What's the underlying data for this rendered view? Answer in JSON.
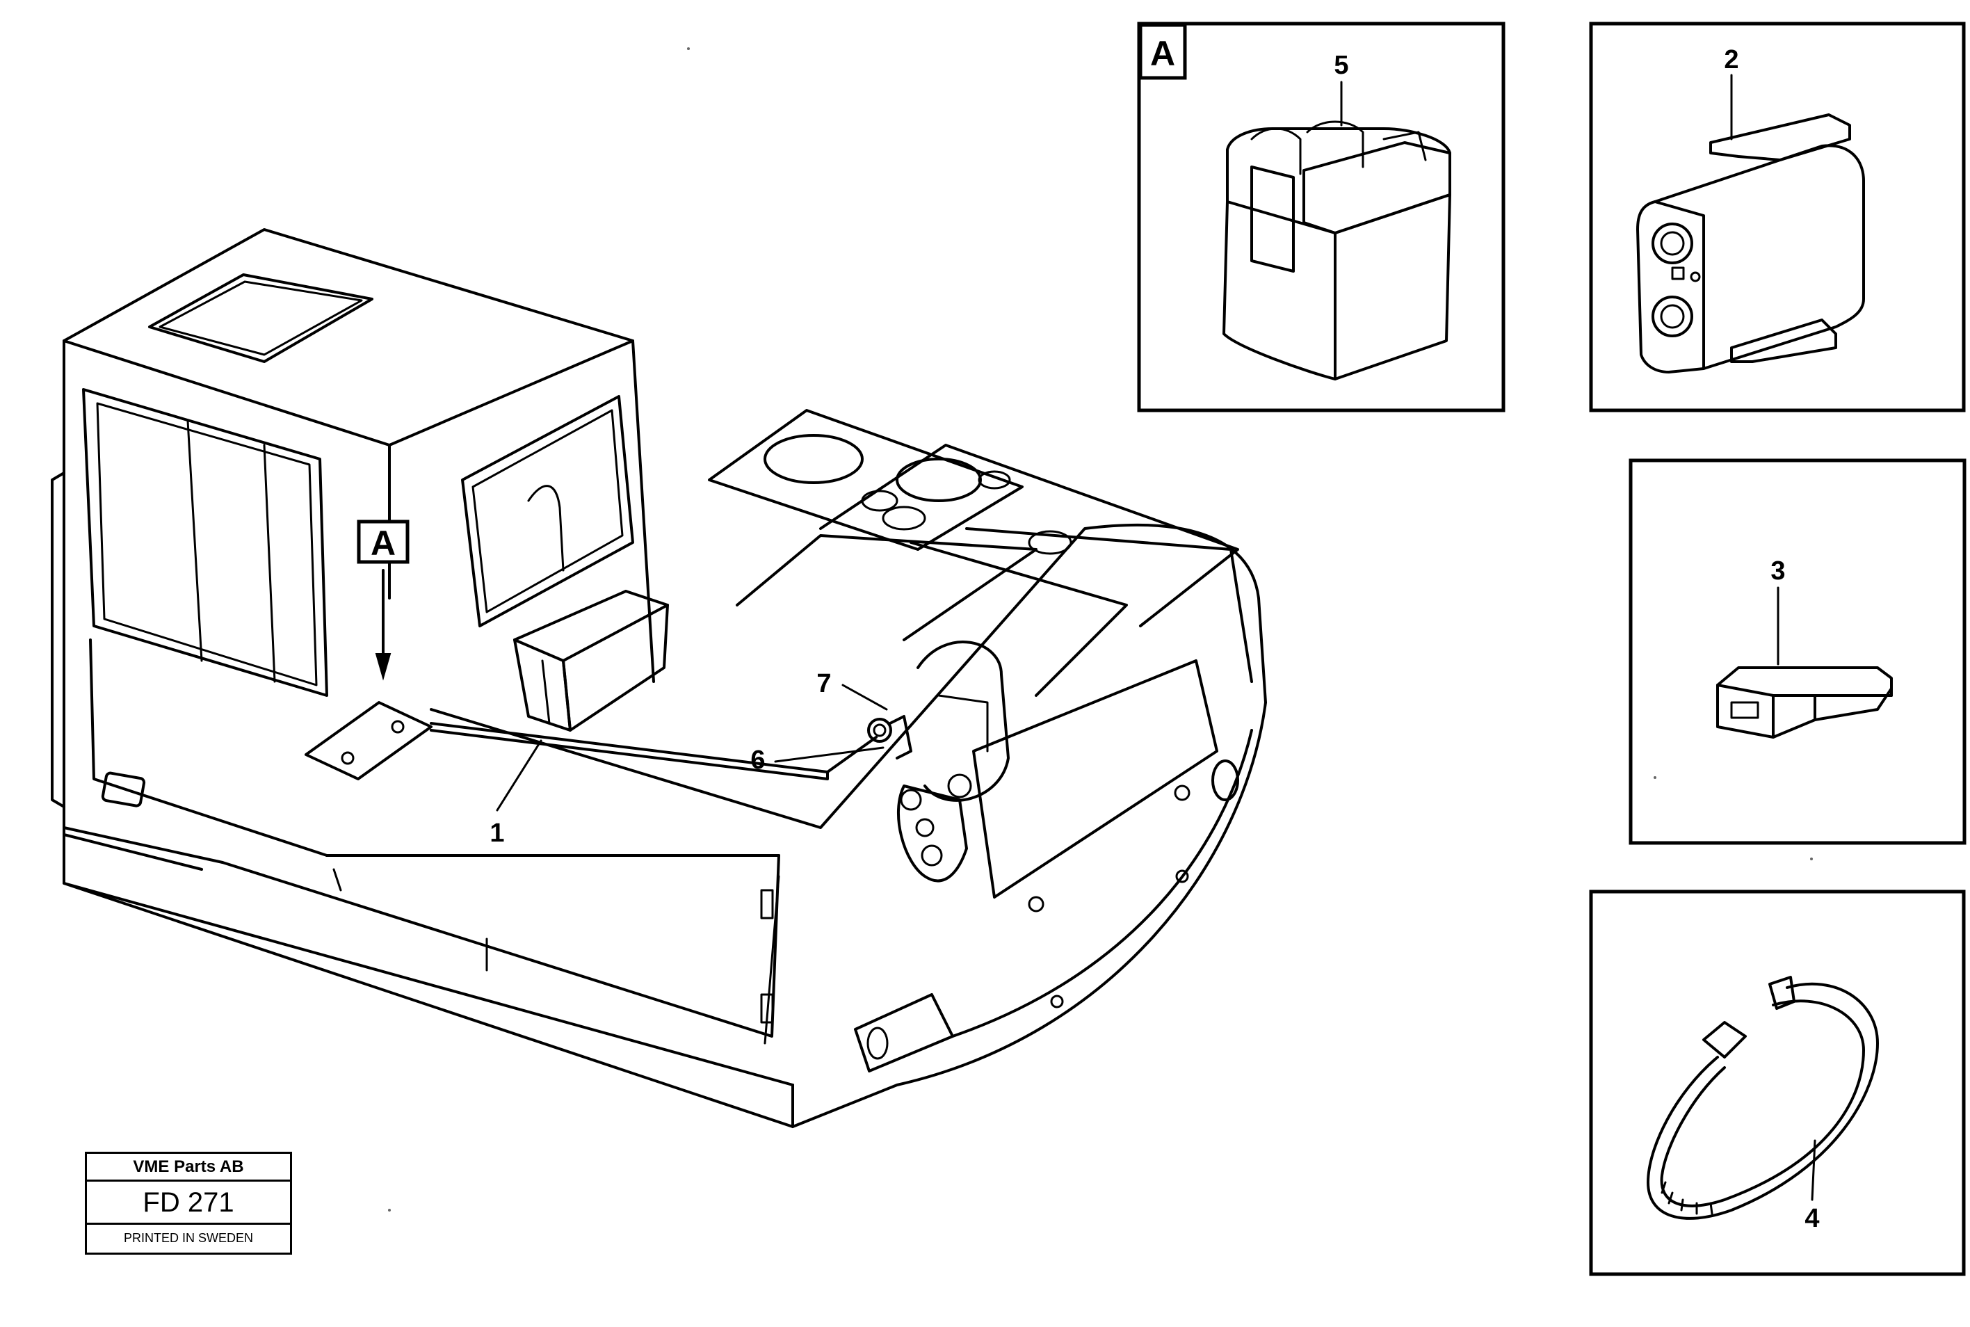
{
  "figure": {
    "callouts": {
      "c1": "1",
      "c2": "2",
      "c3": "3",
      "c4": "4",
      "c5": "5",
      "c6": "6",
      "c7": "7"
    },
    "detail_letter": "A",
    "detail_letter_inset": "A"
  },
  "title_block": {
    "company": "VME Parts AB",
    "code": "FD 271",
    "printed": "PRINTED IN SWEDEN"
  }
}
